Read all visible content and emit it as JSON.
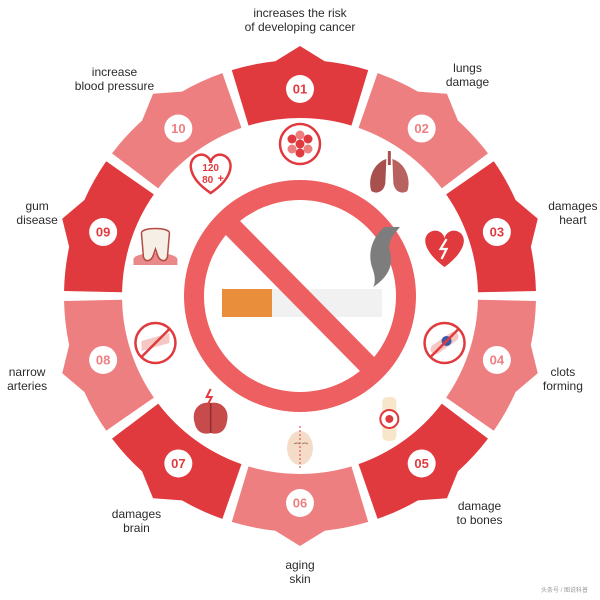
{
  "colors": {
    "dark": "#e03a3e",
    "light": "#ee7f80",
    "ban": "#ee5f61",
    "ban_inner": "#ffffff",
    "white": "#ffffff",
    "filter": "#e98f3c",
    "paper": "#f1f1f1",
    "smoke": "#7d7d7d",
    "text": "#2b2b2b"
  },
  "segments": [
    {
      "number": "01",
      "label": "increases the risk\nof developing cancer",
      "icon": "cancer-cells-icon",
      "shade": "dark"
    },
    {
      "number": "02",
      "label": "lungs\ndamage",
      "icon": "lungs-icon",
      "shade": "light"
    },
    {
      "number": "03",
      "label": "damages\nheart",
      "icon": "broken-heart-icon",
      "shade": "dark"
    },
    {
      "number": "04",
      "label": "clots\nforming",
      "icon": "blood-clot-icon",
      "shade": "light"
    },
    {
      "number": "05",
      "label": "damage\nto bones",
      "icon": "bone-joint-icon",
      "shade": "dark"
    },
    {
      "number": "06",
      "label": "aging\nskin",
      "icon": "aging-face-icon",
      "shade": "light"
    },
    {
      "number": "07",
      "label": "damages\nbrain",
      "icon": "brain-icon",
      "shade": "dark"
    },
    {
      "number": "08",
      "label": "narrow\narteries",
      "icon": "narrow-artery-icon",
      "shade": "light"
    },
    {
      "number": "09",
      "label": "gum\ndisease",
      "icon": "tooth-gum-icon",
      "shade": "dark"
    },
    {
      "number": "10",
      "label": "increase\nblood pressure",
      "icon": "blood-pressure-heart-icon",
      "shade": "light"
    }
  ],
  "blood_pressure": {
    "top": "120",
    "bottom": "80",
    "sign": "+"
  },
  "watermark": "头条号 / 图说科普"
}
